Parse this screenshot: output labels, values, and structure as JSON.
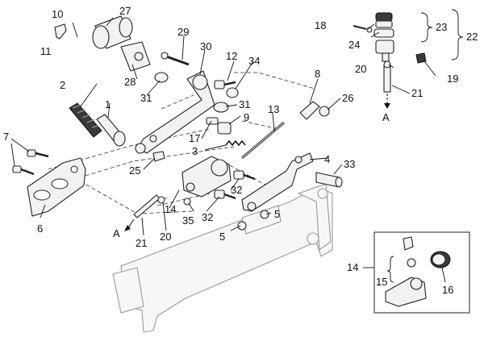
{
  "callouts": {
    "c1": "1",
    "c2": "2",
    "c3": "3",
    "c4": "4",
    "c5a": "5",
    "c5b": "5",
    "c6": "6",
    "c7": "7",
    "c8": "8",
    "c9": "9",
    "c10": "10",
    "c11": "11",
    "c12": "12",
    "c13": "13",
    "c14a": "14",
    "c14b": "14",
    "c15": "15",
    "c16": "16",
    "c17": "17",
    "c18": "18",
    "c19": "19",
    "c20a": "20",
    "c20b": "20",
    "c21a": "21",
    "c21b": "21",
    "c22": "22",
    "c23": "23",
    "c24": "24",
    "c25": "25",
    "c26": "26",
    "c27": "27",
    "c28": "28",
    "c29": "29",
    "c30": "30",
    "c31a": "31",
    "c31b": "31",
    "c32a": "32",
    "c32b": "32",
    "c33": "33",
    "c34": "34",
    "c35": "35"
  },
  "flow_labels": {
    "a_left": "A",
    "a_right": "A"
  }
}
